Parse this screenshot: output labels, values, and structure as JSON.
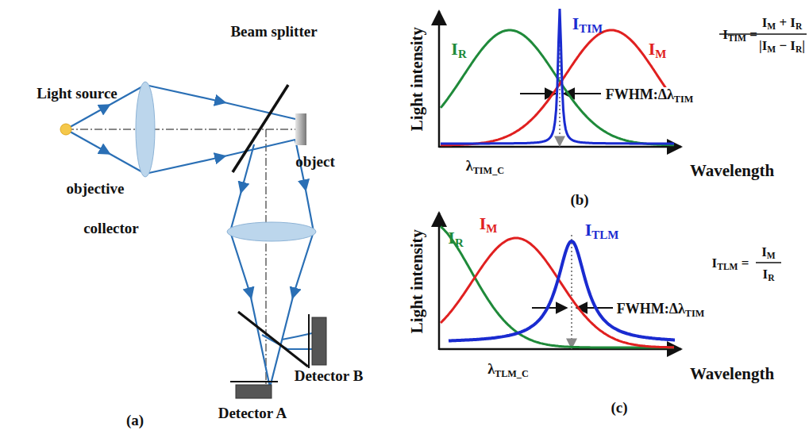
{
  "diagram": {
    "labels": [
      "Light source",
      "Beam splitter",
      "object",
      "objective",
      "collector",
      "Detector B",
      "Detector A",
      "(a)",
      "IR",
      "ITIM",
      "IM",
      "ITIM =",
      "IM + IR",
      "|IM − IR|",
      "Light intensity",
      "FWHM:ΔλTIM",
      "λTIM_C",
      "Wavelength",
      "(b)",
      "IR",
      "IM",
      "ITLM",
      "ITLM =",
      "IM",
      "IR",
      "Light intensity",
      "FWHM:ΔλTIM",
      "λTLM_C",
      "Wavelength",
      "(c)"
    ]
  }
}
